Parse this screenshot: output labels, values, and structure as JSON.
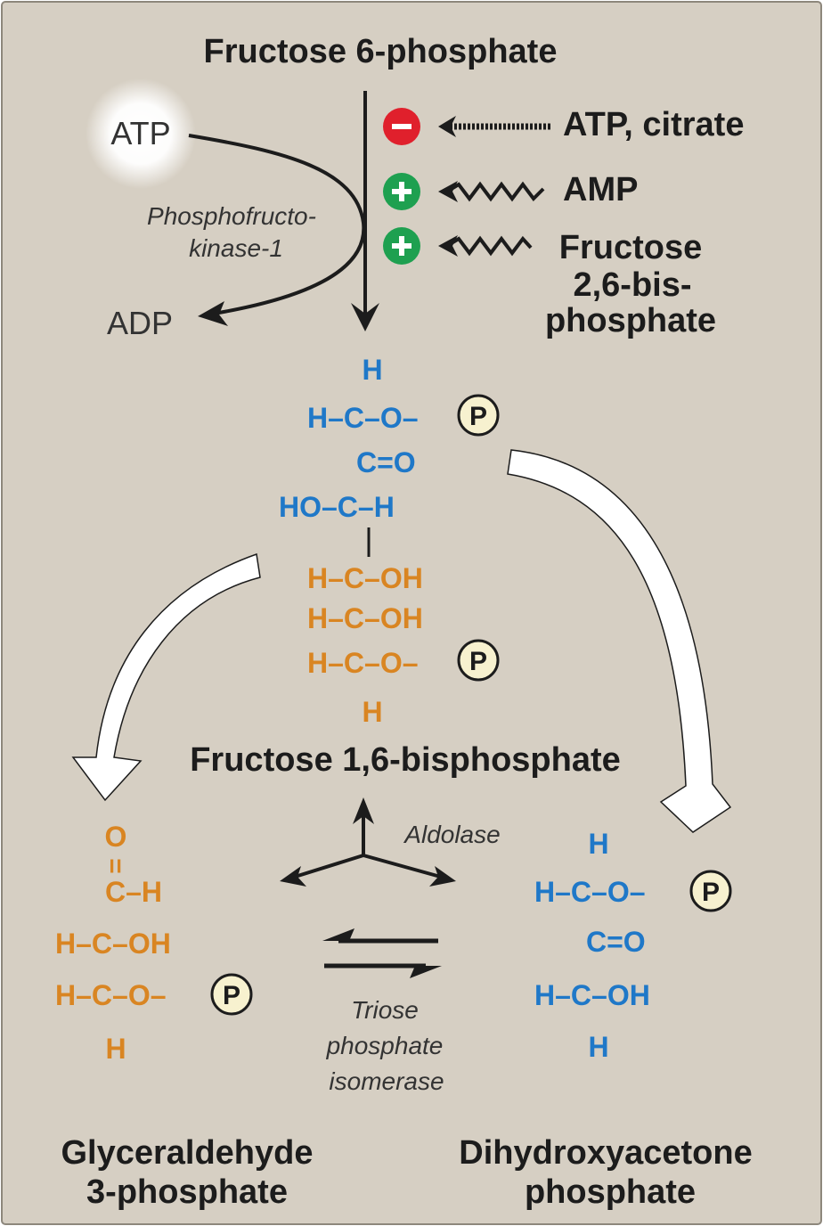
{
  "colors": {
    "background": "#d6cfc3",
    "blue_carbon": "#1f78c8",
    "orange_carbon": "#d98522",
    "inhibitor_red": "#e0202c",
    "activator_green": "#1ea050",
    "phosphate_fill": "#f7f1cf",
    "arrow_white": "#ffffff",
    "ink": "#1c1c1c"
  },
  "top": {
    "substrate": "Fructose 6-phosphate",
    "enzyme_line1": "Phosphofructo-",
    "enzyme_line2": "kinase-1",
    "cosubstrate": "ATP",
    "coproduct": "ADP"
  },
  "regulators": {
    "inhibitor": {
      "sign": "−",
      "label": "ATP, citrate"
    },
    "activator1": {
      "sign": "+",
      "label": "AMP"
    },
    "activator2": {
      "sign": "+",
      "line1": "Fructose",
      "line2": "2,6-bis-",
      "line3": "phosphate"
    }
  },
  "f16bp": {
    "name": "Fructose 1,6-bisphosphate",
    "rows": {
      "r1": "H",
      "r2": "H–C–O–",
      "r3": "C=O",
      "r4": "HO–C–H",
      "r5": "H–C–OH",
      "r6": "H–C–OH",
      "r7": "H–C–O–",
      "r8": "H"
    },
    "phosphate": "P"
  },
  "aldolase": {
    "label": "Aldolase"
  },
  "g3p": {
    "rows": {
      "r1": "O",
      "r2": "=",
      "r3": "C–H",
      "r4": "H–C–OH",
      "r5": "H–C–O–",
      "r6": "H"
    },
    "phosphate": "P",
    "name_line1": "Glyceraldehyde",
    "name_line2": "3-phosphate"
  },
  "dhap": {
    "rows": {
      "r1": "H",
      "r2": "H–C–O–",
      "r3": "C=O",
      "r4": "H–C–OH",
      "r5": "H"
    },
    "phosphate": "P",
    "name_line1": "Dihydroxyacetone",
    "name_line2": "phosphate"
  },
  "isomerase": {
    "line1": "Triose",
    "line2": "phosphate",
    "line3": "isomerase"
  }
}
